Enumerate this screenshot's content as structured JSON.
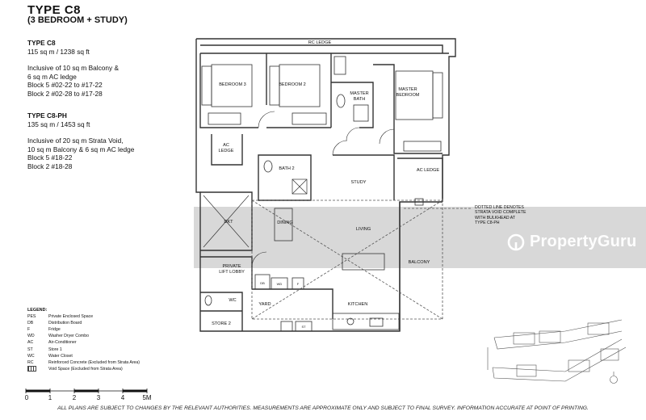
{
  "header": {
    "title": "TYPE  C8",
    "subtitle": "(3 BEDROOM + STUDY)"
  },
  "info": {
    "c8": {
      "heading": "TYPE C8",
      "area": "115 sq m / 1238 sq ft",
      "incl1": "Inclusive of 10 sq m Balcony &",
      "incl2": "6 sq m AC ledge",
      "block1": "Block 5 #02-22 to #17-22",
      "block2": "Block 2 #02-28 to #17-28"
    },
    "c8ph": {
      "heading": "TYPE C8-PH",
      "area": "135 sq m / 1453 sq ft",
      "incl1": "Inclusive of 20 sq m Strata Void,",
      "incl2": "10 sq m Balcony & 6 sq m AC ledge",
      "block1": "Block 5 #18-22",
      "block2": "Block 2 #18-28"
    }
  },
  "legend": {
    "title": "LEGEND:",
    "items": [
      {
        "key": "PES",
        "desc": "Private Enclosed Space"
      },
      {
        "key": "DB",
        "desc": "Distribution Board"
      },
      {
        "key": "F",
        "desc": "Fridge"
      },
      {
        "key": "WD",
        "desc": "Washer Dryer Combo"
      },
      {
        "key": "AC",
        "desc": "Air-Conditioner"
      },
      {
        "key": "ST",
        "desc": "Store 1"
      },
      {
        "key": "WC",
        "desc": "Water Closet"
      },
      {
        "key": "RC",
        "desc": "Reinforced Concrete (Excluded from Strata Area)"
      }
    ],
    "void_desc": "Void Space (Excluded from Strata Area)"
  },
  "scale": {
    "labels": [
      "0",
      "1",
      "2",
      "3",
      "4",
      "5M"
    ]
  },
  "rooms": {
    "rc_ledge": "RC LEDGE",
    "bedroom3": "BEDROOM 3",
    "bedroom2": "BEDROOM 2",
    "master_bath_1": "MASTER",
    "master_bath_2": "BATH",
    "master_bedroom_1": "MASTER",
    "master_bedroom_2": "BEDROOM",
    "ac_ledge_left_1": "AC",
    "ac_ledge_left_2": "LEDGE",
    "bath2": "BATH 2",
    "study": "STUDY",
    "ac_ledge_right": "AC LEDGE",
    "dining": "DINING",
    "living": "LIVING",
    "balcony": "BALCONY",
    "private_lift_1": "PRIVATE",
    "private_lift_2": "LIFT LOBBY",
    "yard": "YARD",
    "kitchen": "KITCHEN",
    "store2": "STORE 2",
    "wc": "WC",
    "db": "DB",
    "lift": "DKT",
    "wd": "WD",
    "f": "F",
    "st": "ST"
  },
  "callout": {
    "line1": "DOTTED LINE DENOTES",
    "line2": "STRATA VOID COMPLETE",
    "line3": "WITH BULKHEAD AT",
    "line4": "TYPE C8-PH"
  },
  "watermark": {
    "text": "PropertyGuru"
  },
  "footer": {
    "text": "ALL PLANS ARE SUBJECT TO CHANGES BY THE RELEVANT AUTHORITIES. MEASUREMENTS ARE APPROXIMATE ONLY AND SUBJECT TO FINAL SURVEY. INFORMATION ACCURATE AT POINT OF PRINTING."
  },
  "colors": {
    "wall": "#333333",
    "watermark_band": "#b8b8b8",
    "dotted": "#555555"
  }
}
